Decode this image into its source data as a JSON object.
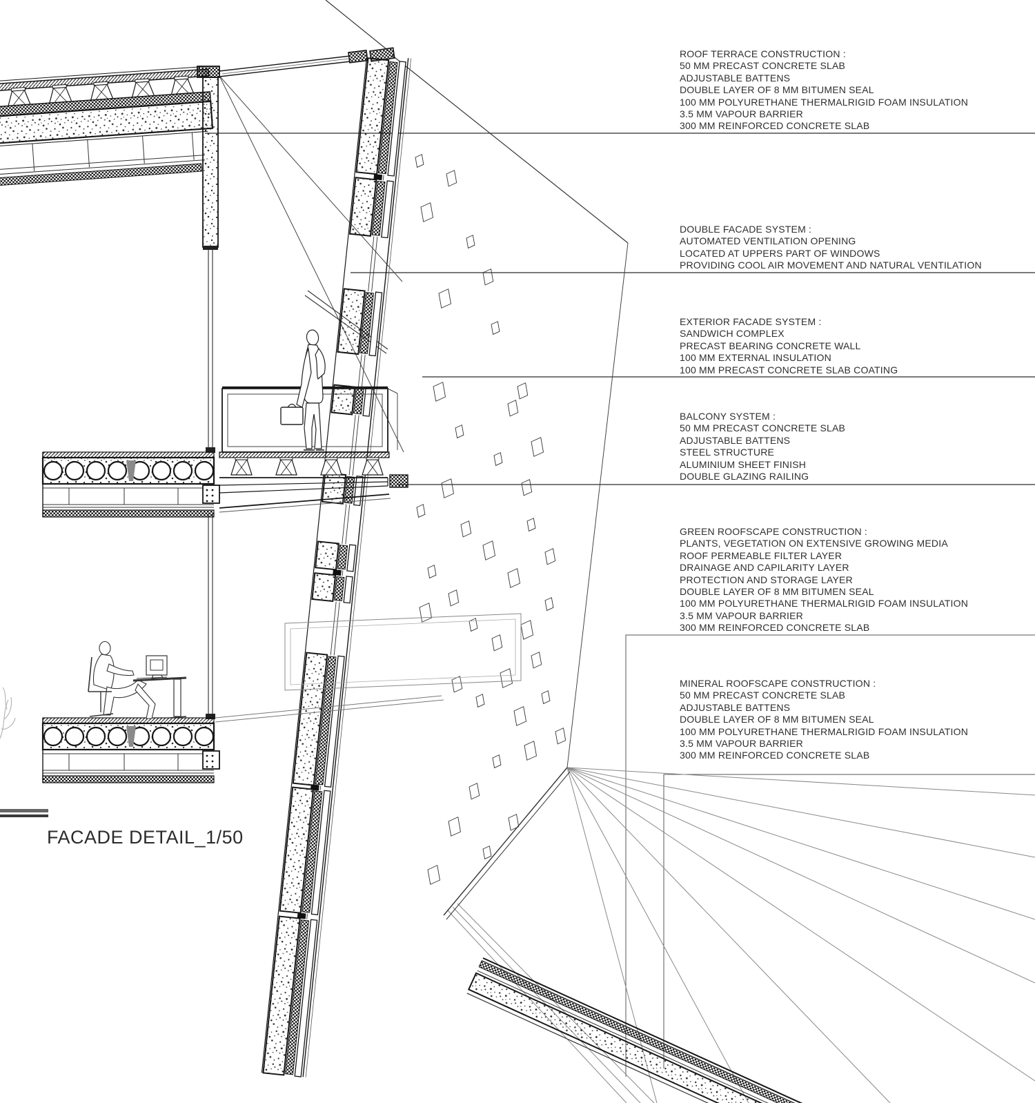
{
  "title": "FACADE DETAIL_1/50",
  "colors": {
    "ink": "#161616",
    "leader": "#2b2b2b",
    "frame": "#555555",
    "perspective": "#888888",
    "text": "#2e2e2e"
  },
  "annotations": [
    {
      "id": "roof-terrace",
      "text": "ROOF TERRACE CONSTRUCTION :\n50 MM PRECAST CONCRETE SLAB\nADJUSTABLE BATTENS\nDOUBLE LAYER OF 8 MM BITUMEN SEAL\n100 MM POLYURETHANE THERMALRIGID FOAM INSULATION\n3.5 MM VAPOUR BARRIER\n300 MM REINFORCED CONCRETE SLAB"
    },
    {
      "id": "double-facade",
      "text": "DOUBLE FACADE SYSTEM :\nAUTOMATED VENTILATION OPENING\nLOCATED AT UPPERS PART OF WINDOWS\nPROVIDING COOL AIR MOVEMENT AND NATURAL VENTILATION"
    },
    {
      "id": "exterior-facade",
      "text": "EXTERIOR FACADE SYSTEM :\nSANDWICH COMPLEX\nPRECAST BEARING CONCRETE WALL\n100 MM EXTERNAL INSULATION\n100 MM PRECAST CONCRETE SLAB  COATING"
    },
    {
      "id": "balcony",
      "text": "BALCONY SYSTEM :\n50 MM PRECAST CONCRETE SLAB\nADJUSTABLE BATTENS\nSTEEL STRUCTURE\nALUMINIUM SHEET FINISH\nDOUBLE GLAZING RAILING"
    },
    {
      "id": "green-roofscape",
      "text": "GREEN ROOFSCAPE CONSTRUCTION :\nPLANTS, VEGETATION ON EXTENSIVE GROWING MEDIA\nROOF PERMEABLE FILTER LAYER\nDRAINAGE AND CAPILARITY LAYER\nPROTECTION AND STORAGE LAYER\nDOUBLE LAYER OF 8 MM BITUMEN SEAL\n100 MM POLYURETHANE THERMALRIGID FOAM INSULATION\n3.5 MM VAPOUR BARRIER\n300 MM REINFORCED CONCRETE SLAB"
    },
    {
      "id": "mineral-roofscape",
      "text": "MINERAL ROOFSCAPE CONSTRUCTION :\n50 MM PRECAST CONCRETE SLAB\nADJUSTABLE BATTENS\nDOUBLE LAYER OF 8 MM BITUMEN SEAL\n100 MM POLYURETHANE THERMALRIGID FOAM INSULATION\n3.5 MM VAPOUR BARRIER\n300 MM REINFORCED CONCRETE SLAB"
    }
  ]
}
